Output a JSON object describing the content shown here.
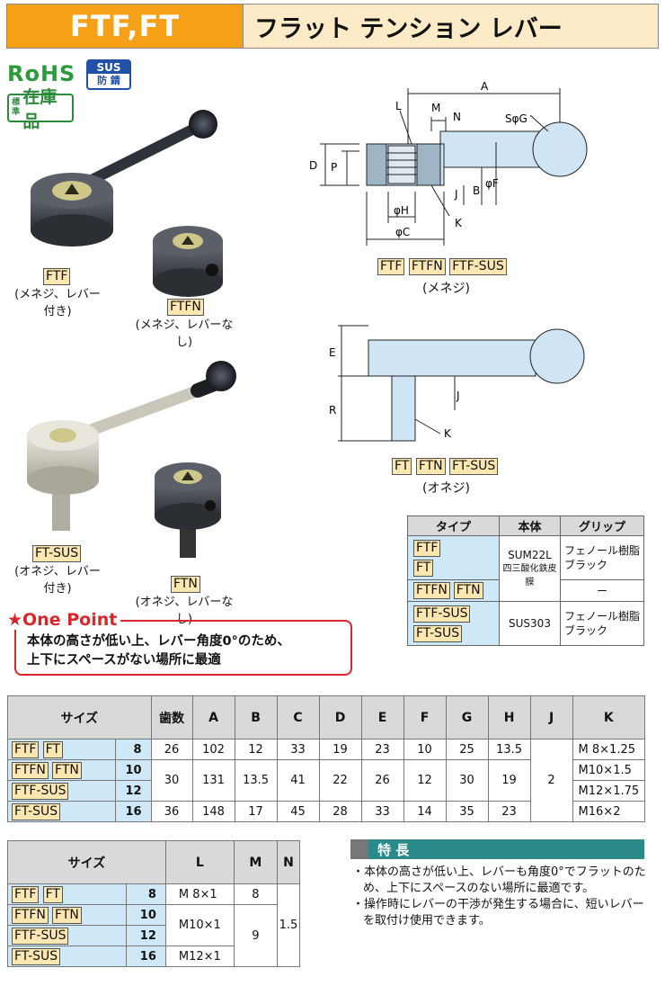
{
  "header": {
    "code": "FTF,FT",
    "title": "フラット テンション レバー"
  },
  "badges": {
    "rohs": "RoHS",
    "sus_top": "SUS",
    "sus_bottom": "防 錆",
    "stock_small": "標準",
    "stock_big": "在庫品"
  },
  "products": [
    {
      "code": "FTF",
      "desc": "(メネジ、レバー付き)"
    },
    {
      "code": "FTFN",
      "desc": "(メネジ、レバーなし)"
    },
    {
      "code": "FT-SUS",
      "desc": "(オネジ、レバー付き)"
    },
    {
      "code": "FTN",
      "desc": "(オネジ、レバーなし)"
    }
  ],
  "diagram_top": {
    "labels": {
      "A": "A",
      "L": "L",
      "M": "M",
      "N": "N",
      "S": "SφG",
      "D": "D",
      "P": "P",
      "J": "J",
      "B": "B",
      "F": "φF",
      "H": "φH",
      "C": "φC",
      "K": "K"
    },
    "types": [
      "FTF",
      "FTFN",
      "FTF-SUS"
    ],
    "caption": "(メネジ)"
  },
  "diagram_bottom": {
    "labels": {
      "E": "E",
      "R": "R",
      "J": "J",
      "K": "K"
    },
    "types": [
      "FT",
      "FTN",
      "FT-SUS"
    ],
    "caption": "(オネジ)"
  },
  "one_point": {
    "title": "★One Point",
    "lines": [
      "本体の高さが低い上、レバー角度0°のため、",
      "上下にスペースがない場所に最適"
    ]
  },
  "material_table": {
    "headers": [
      "タイプ",
      "本体",
      "グリップ"
    ],
    "rows": [
      {
        "types": [
          "FTF",
          "FT"
        ],
        "body": [
          "SUM22L",
          "四三酸化鉄皮膜"
        ],
        "grip": [
          "フェノール樹脂",
          "ブラック"
        ]
      },
      {
        "types": [
          "FTFN",
          "FTN"
        ],
        "grip_dash": "ー"
      },
      {
        "types": [
          "FTF-SUS",
          "FT-SUS"
        ],
        "body": [
          "SUS303"
        ],
        "grip": [
          "フェノール樹脂",
          "ブラック"
        ]
      }
    ]
  },
  "spec_table": {
    "headers": [
      "サイズ",
      "歯数",
      "A",
      "B",
      "C",
      "D",
      "E",
      "F",
      "G",
      "H",
      "J",
      "K"
    ],
    "types": [
      [
        "FTF",
        "FT"
      ],
      [
        "FTFN",
        "FTN"
      ],
      [
        "FTF-SUS"
      ],
      [
        "FT-SUS"
      ]
    ],
    "sizes": [
      "8",
      "10",
      "12",
      "16"
    ],
    "row8": [
      "26",
      "102",
      "12",
      "33",
      "19",
      "23",
      "10",
      "25",
      "13.5"
    ],
    "row1012": [
      "30",
      "131",
      "13.5",
      "41",
      "22",
      "26",
      "12",
      "30",
      "19"
    ],
    "row16": [
      "36",
      "148",
      "17",
      "45",
      "28",
      "33",
      "14",
      "35",
      "23"
    ],
    "J": "2",
    "K": [
      "M 8×1.25",
      "M10×1.5",
      "M12×1.75",
      "M16×2"
    ]
  },
  "spec_table2": {
    "headers": [
      "サイズ",
      "L",
      "M",
      "N"
    ],
    "L": [
      "M 8×1",
      "M10×1",
      "M12×1"
    ],
    "M": [
      "8",
      "9"
    ],
    "N": "1.5"
  },
  "features": {
    "title": "特 長",
    "items": [
      "・本体の高さが低い上、レバーも角度0°でフラットのため、上下にスペースのない場所に最適です。",
      "・操作時にレバーの干渉が発生する場合に、短いレバーを取付け使用できます。"
    ]
  }
}
